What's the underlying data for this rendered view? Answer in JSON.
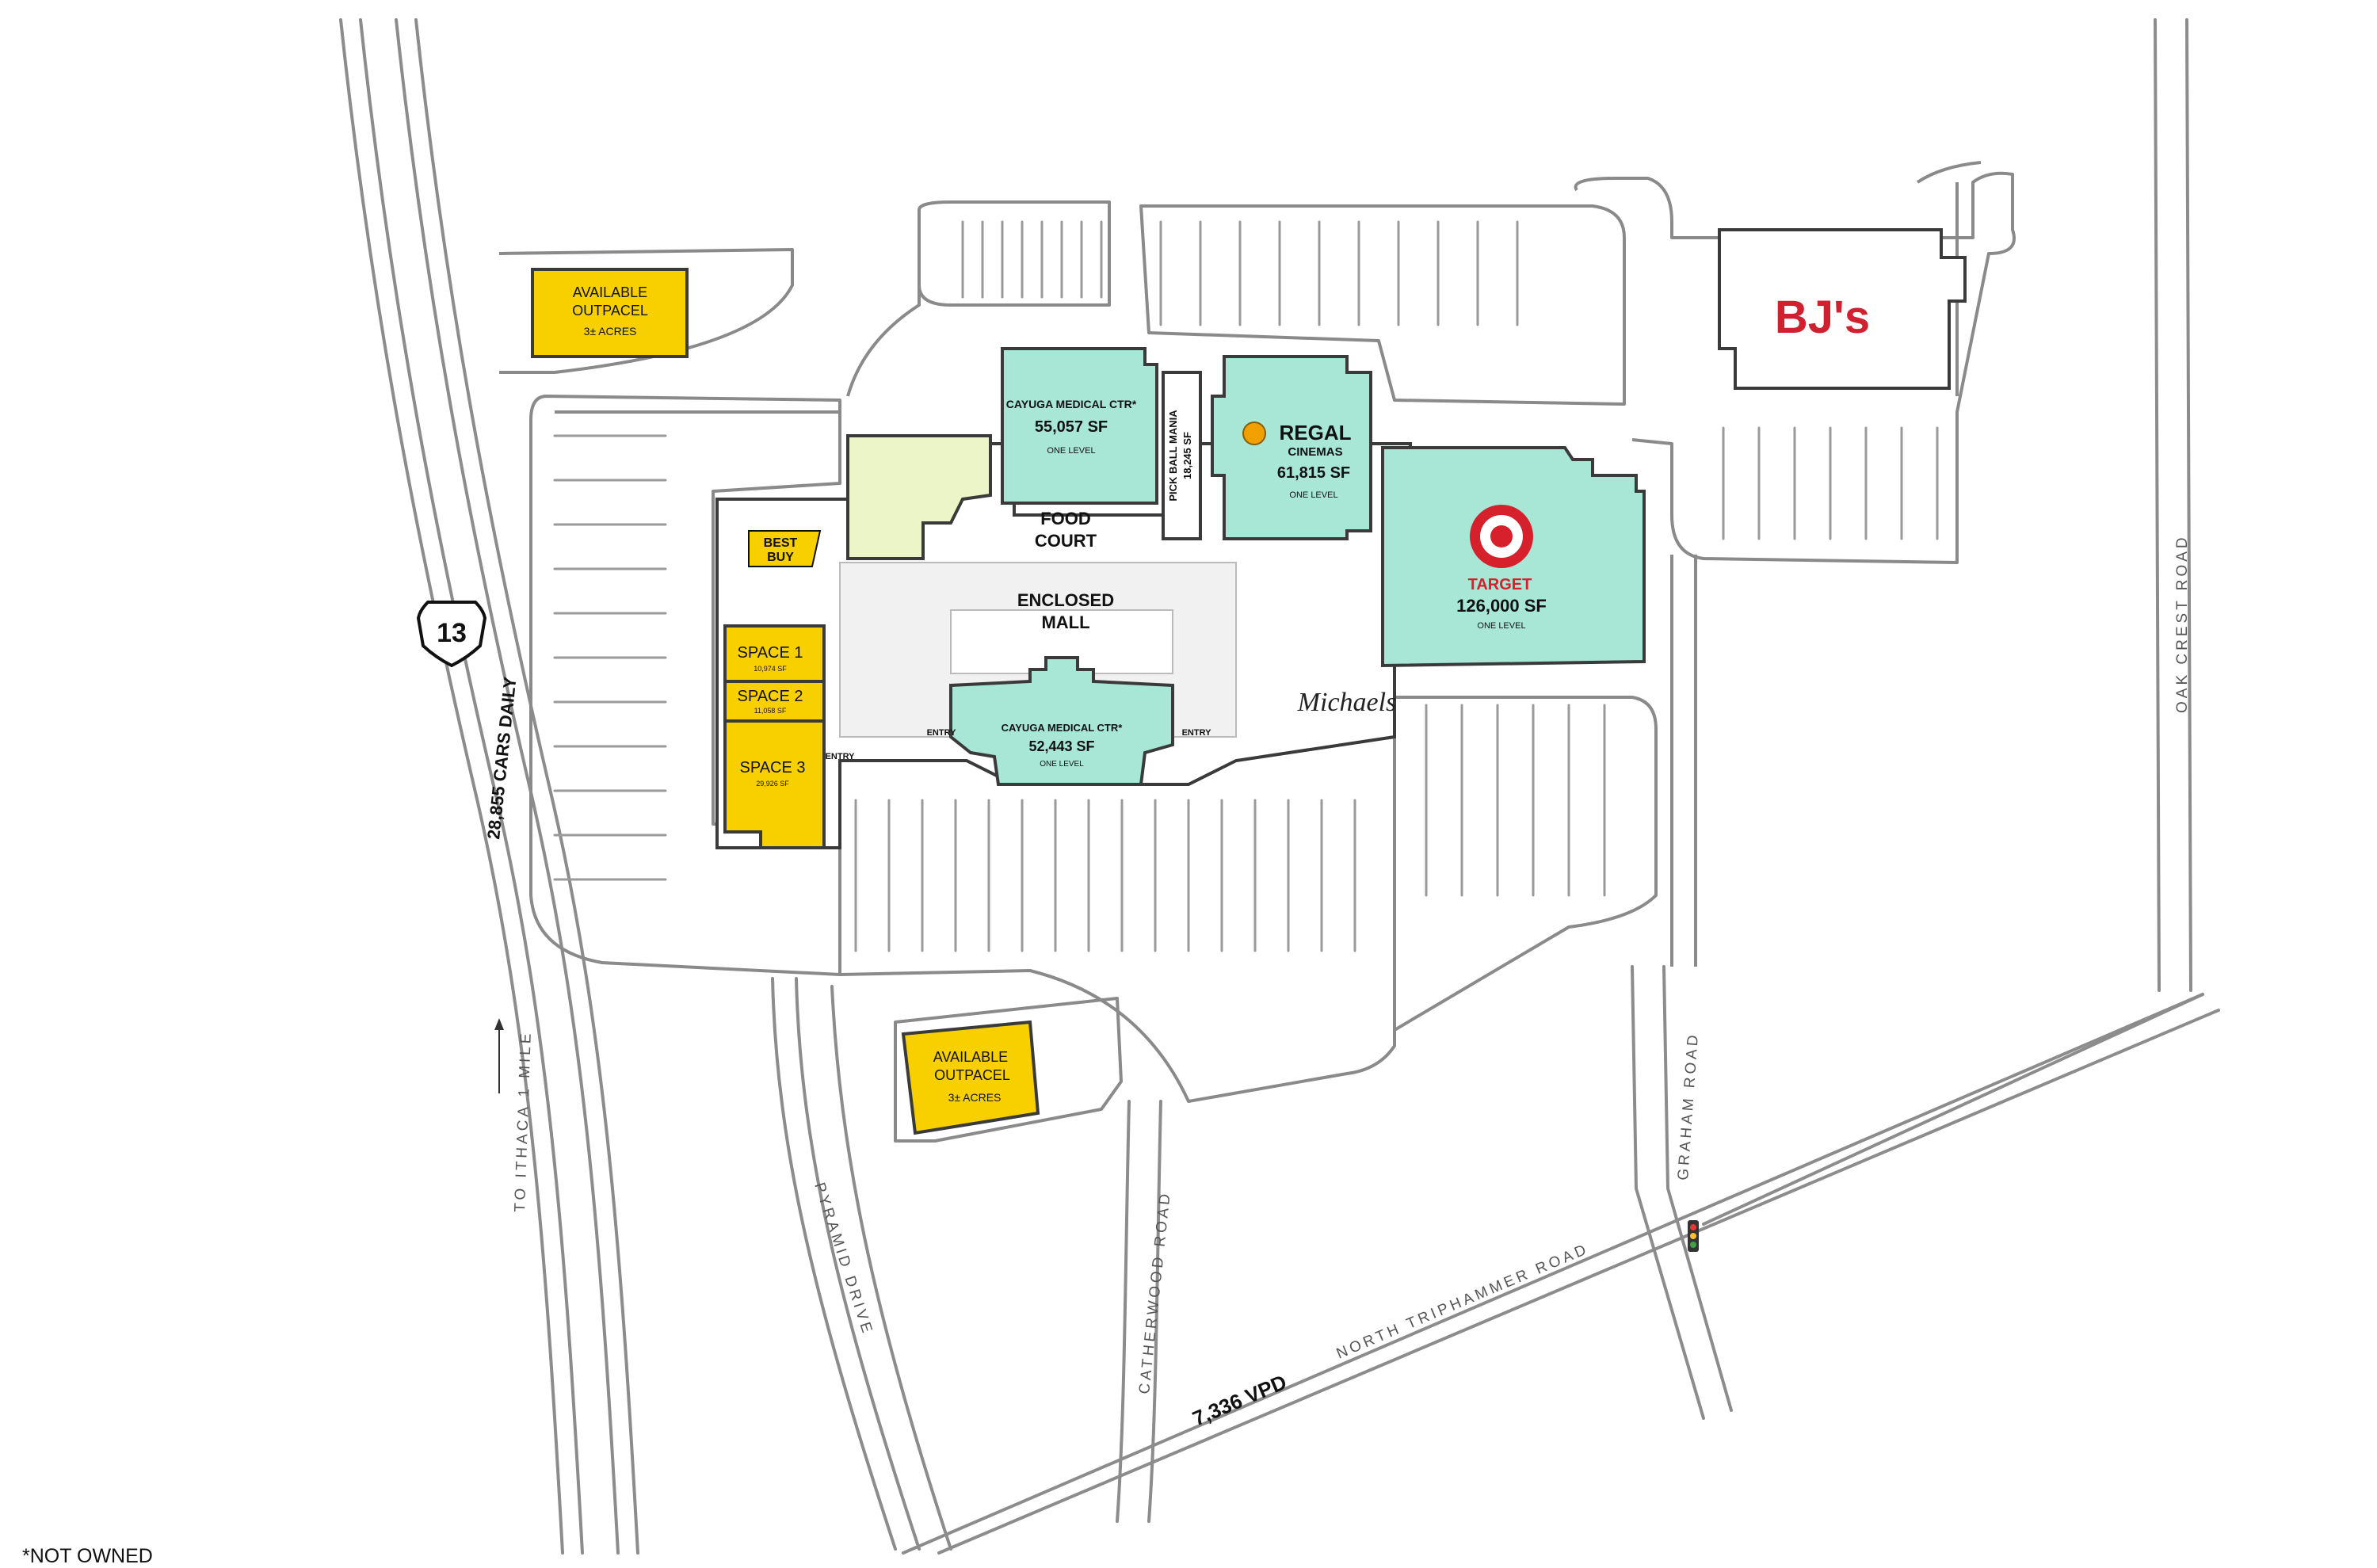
{
  "map": {
    "tenants": {
      "bjs": {
        "logo": "BJ's"
      },
      "regal": {
        "logo_line1": "REGAL",
        "logo_line2": "CINEMAS",
        "area": "61,815 SF",
        "levels": "ONE LEVEL"
      },
      "target": {
        "name": "TARGET",
        "area": "126,000 SF",
        "levels": "ONE LEVEL"
      },
      "cayuga_north": {
        "name": "CAYUGA MEDICAL CTR*",
        "area": "55,057 SF",
        "levels": "ONE LEVEL"
      },
      "cayuga_south": {
        "name": "CAYUGA MEDICAL CTR*",
        "area": "52,443 SF",
        "levels": "ONE LEVEL"
      },
      "pickball": {
        "name": "PICK BALL MANIA",
        "area": "18,245 SF"
      },
      "bestbuy": {
        "line1": "BEST",
        "line2": "BUY"
      },
      "michaels": {
        "logo": "Michaels"
      }
    },
    "spaces": [
      {
        "name": "SPACE 1",
        "area": "10,974 SF"
      },
      {
        "name": "SPACE 2",
        "area": "11,058 SF"
      },
      {
        "name": "SPACE 3",
        "area": "29,926 SF"
      }
    ],
    "outparcels": [
      {
        "line1": "AVAILABLE",
        "line2": "OUTPACEL",
        "acres": "3± ACRES"
      },
      {
        "line1": "AVAILABLE",
        "line2": "OUTPACEL",
        "acres": "3± ACRES"
      }
    ],
    "mall": {
      "food_court_line1": "FOOD",
      "food_court_line2": "COURT",
      "enclosed_line1": "ENCLOSED",
      "enclosed_line2": "MALL",
      "entry": "ENTRY"
    },
    "roads": {
      "route_number": "13",
      "route13_traffic": "28,855 CARS DAILY",
      "ithaca": "TO ITHACA 1 MILE",
      "pyramid": "PYRAMID DRIVE",
      "catherwood": "CATHERWOOD ROAD",
      "graham": "GRAHAM ROAD",
      "oak_crest": "OAK CREST ROAD",
      "triphammer": "NORTH TRIPHAMMER ROAD",
      "triphammer_vpd": "7,336 VPD"
    },
    "colors": {
      "leased": "#a8e6d6",
      "available": "#f8d000",
      "other": "#ebf5c7",
      "target_red": "#d6202c",
      "bjs_red": "#d1202f"
    },
    "note": "*NOT OWNED"
  }
}
